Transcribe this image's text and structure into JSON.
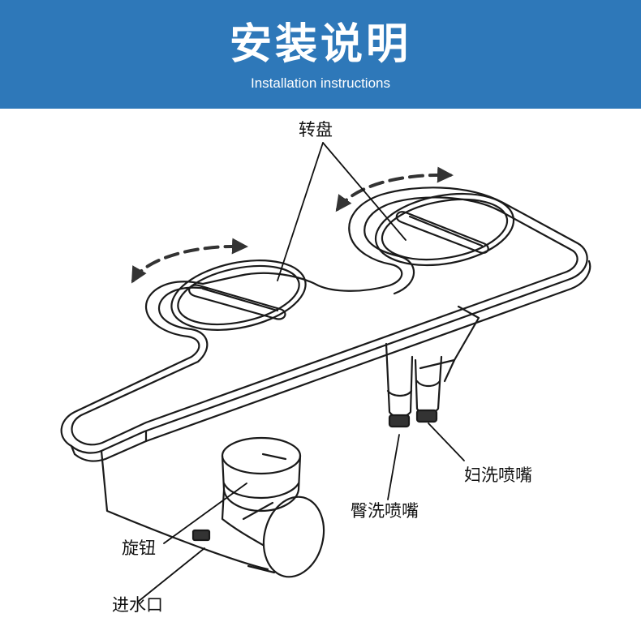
{
  "header": {
    "title": "安装说明",
    "subtitle": "Installation instructions",
    "background_color": "#2e78b9",
    "text_color": "#ffffff"
  },
  "diagram": {
    "line_color": "#1a1a1a",
    "callouts": {
      "turntable": "转盘",
      "rear_wash_nozzle": "臀洗喷嘴",
      "feminine_wash_nozzle": "妇洗喷嘴",
      "knob": "旋钮",
      "water_inlet": "进水口"
    }
  }
}
